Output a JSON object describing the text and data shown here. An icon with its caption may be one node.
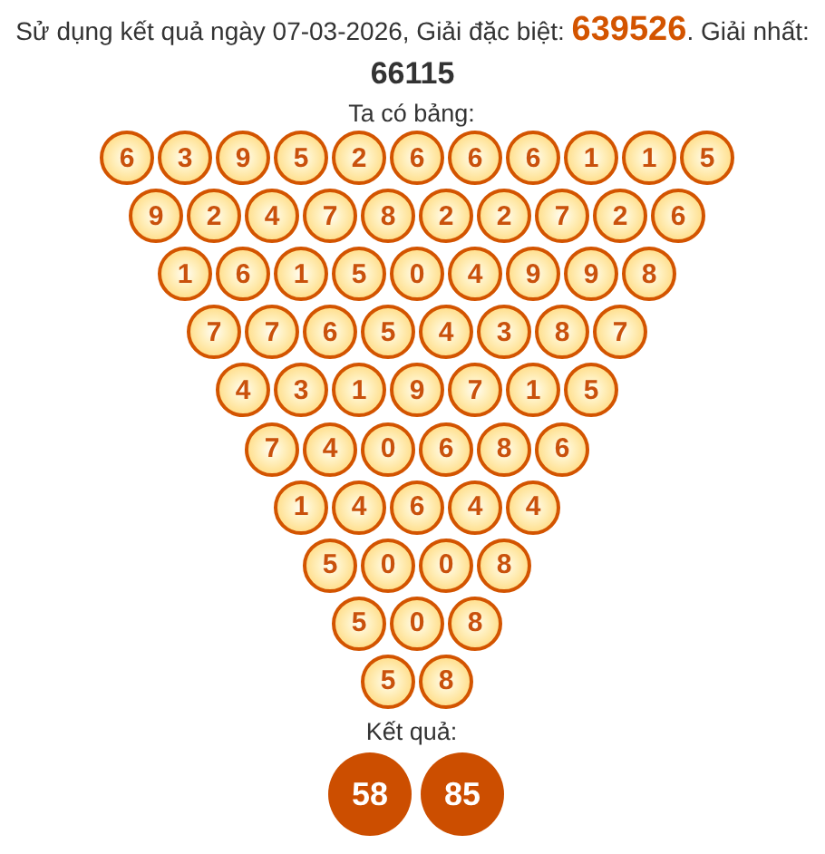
{
  "diagram": {
    "title": "Sử dụng kết quả ngày 07-03-2026, Giải đặc biệt: **639526**. Giải nhất: **66115**",
    "nodes": [
      {
        "text": [
          "6"
        ]
      },
      {
        "text": [
          "3"
        ]
      },
      {
        "text": [
          "9"
        ]
      },
      {
        "text": [
          "5"
        ]
      },
      {
        "text": [
          "2"
        ]
      },
      {
        "text": [
          "6"
        ]
      },
      {
        "text": [
          "6"
        ]
      },
      {
        "text": [
          "6"
        ]
      },
      {
        "text": [
          "1"
        ]
      },
      {
        "text": [
          "1"
        ]
      },
      {
        "text": [
          "5"
        ]
      },
      {
        "text": [
          "9"
        ]
      },
      {
        "text": [
          "2"
        ]
      },
      {
        "text": [
          "4"
        ]
      },
      {
        "text": [
          "7"
        ]
      },
      {
        "text": [
          "8"
        ]
      },
      {
        "text": [
          "2"
        ]
      },
      {
        "text": [
          "2"
        ]
      },
      {
        "text": [
          "7"
        ]
      },
      {
        "text": [
          "2"
        ]
      },
      {
        "text": [
          "6"
        ]
      },
      {
        "text": [
          "1"
        ]
      },
      {
        "text": [
          "6"
        ]
      },
      {
        "text": [
          "1"
        ]
      },
      {
        "text": [
          "5"
        ]
      },
      {
        "text": [
          "0"
        ]
      },
      {
        "text": [
          "4"
        ]
      },
      {
        "text": [
          "9"
        ]
      },
      {
        "text": [
          "9"
        ]
      },
      {
        "text": [
          "8"
        ]
      },
      {
        "text": [
          "7"
        ]
      },
      {
        "text": [
          "7"
        ]
      },
      {
        "text": [
          "6"
        ]
      },
      {
        "text": [
          "5"
        ]
      },
      {
        "text": [
          "4"
        ]
      },
      {
        "text": [
          "3"
        ]
      },
      {
        "text": [
          "8"
        ]
      },
      {
        "text": [
          "7"
        ]
      },
      {
        "text": [
          "4"
        ]
      },
      {
        "text": [
          "3"
        ]
      },
      {
        "text": [
          "1"
        ]
      },
      {
        "text": [
          "9"
        ]
      },
      {
        "text": [
          "7"
        ]
      },
      {
        "text": [
          "1"
        ]
      },
      {
        "text": [
          "5"
        ]
      },
      {
        "text": [
          "7"
        ]
      },
      {
        "text": [
          "4"
        ]
      },
      {
        "text": [
          "0"
        ]
      },
      {
        "text": [
          "6"
        ]
      },
      {
        "text": [
          "8"
        ]
      },
      {
        "text": [
          "6"
        ]
      },
      {
        "text": [
          "1"
        ]
      },
      {
        "text": [
          "4"
        ]
      },
      {
        "text": [
          "6"
        ]
      },
      {
        "text": [
          "4"
        ]
      },
      {
        "text": [
          "4"
        ]
      },
      {
        "text": [
          "5"
        ]
      },
      {
        "text": [
          "0"
        ]
      },
      {
        "text": [
          "0"
        ]
      },
      {
        "text": [
          "8"
        ]
      },
      {
        "text": [
          "5"
        ]
      },
      {
        "text": [
          "0"
        ]
      },
      {
        "text": [
          "8"
        ]
      },
      {
        "text": [
          "5"
        ]
      },
      {
        "text": [
          "8"
        ]
      },
      {
        "text": [
          "58"
        ]
      },
      {
        "text": [
          "85"
        ]
      }
    ],
    "labels": [
      "Ta có bảng:",
      "Kết quả:"
    ]
  }
}
